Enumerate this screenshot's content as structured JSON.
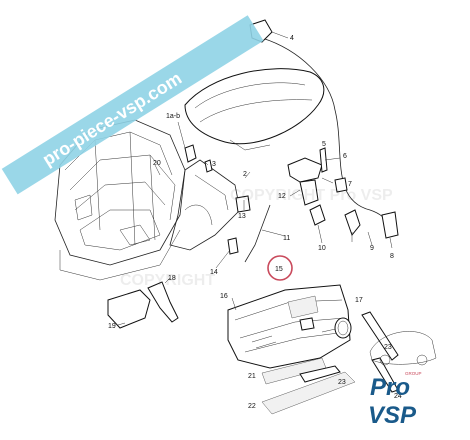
{
  "watermark": {
    "banner_text": "pro-piece-vsp.com",
    "copyright_text": "COPYRIGHT",
    "copyright_text_2": "COPYRIGHT Pro VSP",
    "banner_color": "#8fd3e6"
  },
  "highlight_color": "#c94a5c",
  "callouts": [
    {
      "id": "c1ab",
      "text": "1a-b"
    },
    {
      "id": "c2",
      "text": "2"
    },
    {
      "id": "c3",
      "text": "3"
    },
    {
      "id": "c4",
      "text": "4"
    },
    {
      "id": "c5",
      "text": "5"
    },
    {
      "id": "c6",
      "text": "6"
    },
    {
      "id": "c7",
      "text": "7"
    },
    {
      "id": "c8",
      "text": "8"
    },
    {
      "id": "c9",
      "text": "9"
    },
    {
      "id": "c10",
      "text": "10"
    },
    {
      "id": "c11",
      "text": "11"
    },
    {
      "id": "c12",
      "text": "12"
    },
    {
      "id": "c13",
      "text": "13"
    },
    {
      "id": "c14",
      "text": "14"
    },
    {
      "id": "c15",
      "text": "15"
    },
    {
      "id": "c16",
      "text": "16"
    },
    {
      "id": "c17",
      "text": "17"
    },
    {
      "id": "c18",
      "text": "18"
    },
    {
      "id": "c19",
      "text": "19"
    },
    {
      "id": "c20",
      "text": "20"
    },
    {
      "id": "c21",
      "text": "21"
    },
    {
      "id": "c22",
      "text": "22"
    },
    {
      "id": "c23a",
      "text": "23"
    },
    {
      "id": "c23b",
      "text": "23"
    },
    {
      "id": "c24",
      "text": "24"
    }
  ],
  "logo": {
    "word1": "Pro",
    "word2": "VSP",
    "tag": "GROUP",
    "color": "#1a5a8a"
  }
}
